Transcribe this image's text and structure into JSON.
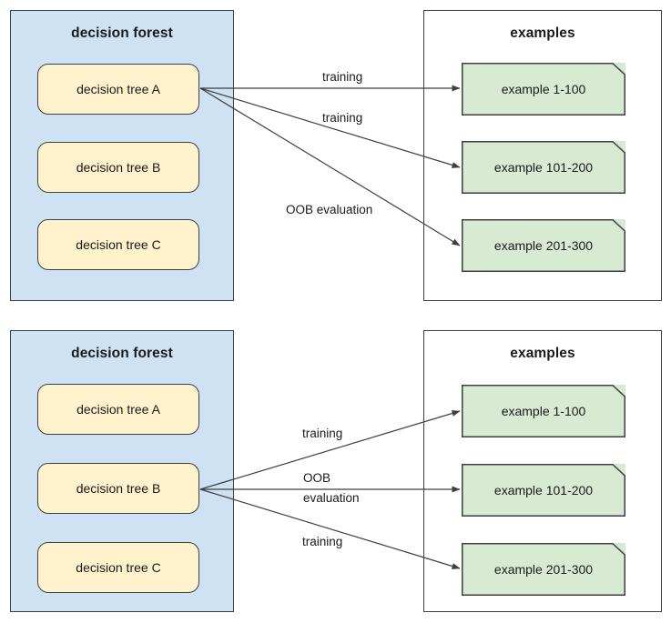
{
  "diagram": {
    "type": "flow-diagram",
    "title_visible": false,
    "colors": {
      "forest_panel_fill": "#cfe2f3",
      "examples_panel_fill": "#ffffff",
      "tree_box_fill": "#fff2cc",
      "example_box_fill": "#d9ead3",
      "stroke": "#3c4043",
      "text": "#1a1a1a"
    },
    "panels": [
      {
        "id": "top",
        "forest": {
          "title": "decision forest",
          "trees": [
            {
              "label": "decision tree A",
              "active": true
            },
            {
              "label": "decision tree B",
              "active": false
            },
            {
              "label": "decision tree C",
              "active": false
            }
          ]
        },
        "examples": {
          "title": "examples",
          "items": [
            {
              "label": "example 1-100"
            },
            {
              "label": "example 101-200"
            },
            {
              "label": "example 201-300"
            }
          ]
        },
        "edges": [
          {
            "from": "decision tree A",
            "to": "example 1-100",
            "label": "training"
          },
          {
            "from": "decision tree A",
            "to": "example 101-200",
            "label": "training"
          },
          {
            "from": "decision tree A",
            "to": "example 201-300",
            "label": "OOB evaluation"
          }
        ]
      },
      {
        "id": "bottom",
        "forest": {
          "title": "decision forest",
          "trees": [
            {
              "label": "decision tree A",
              "active": false
            },
            {
              "label": "decision tree B",
              "active": true
            },
            {
              "label": "decision tree C",
              "active": false
            }
          ]
        },
        "examples": {
          "title": "examples",
          "items": [
            {
              "label": "example 1-100"
            },
            {
              "label": "example 101-200"
            },
            {
              "label": "example 201-300"
            }
          ]
        },
        "edges": [
          {
            "from": "decision tree B",
            "to": "example 1-100",
            "label": "training"
          },
          {
            "from": "decision tree B",
            "to": "example 101-200",
            "label": "OOB\nevaluation",
            "label_line1": "OOB",
            "label_line2": "evaluation"
          },
          {
            "from": "decision tree B",
            "to": "example 201-300",
            "label": "training"
          }
        ]
      }
    ]
  }
}
